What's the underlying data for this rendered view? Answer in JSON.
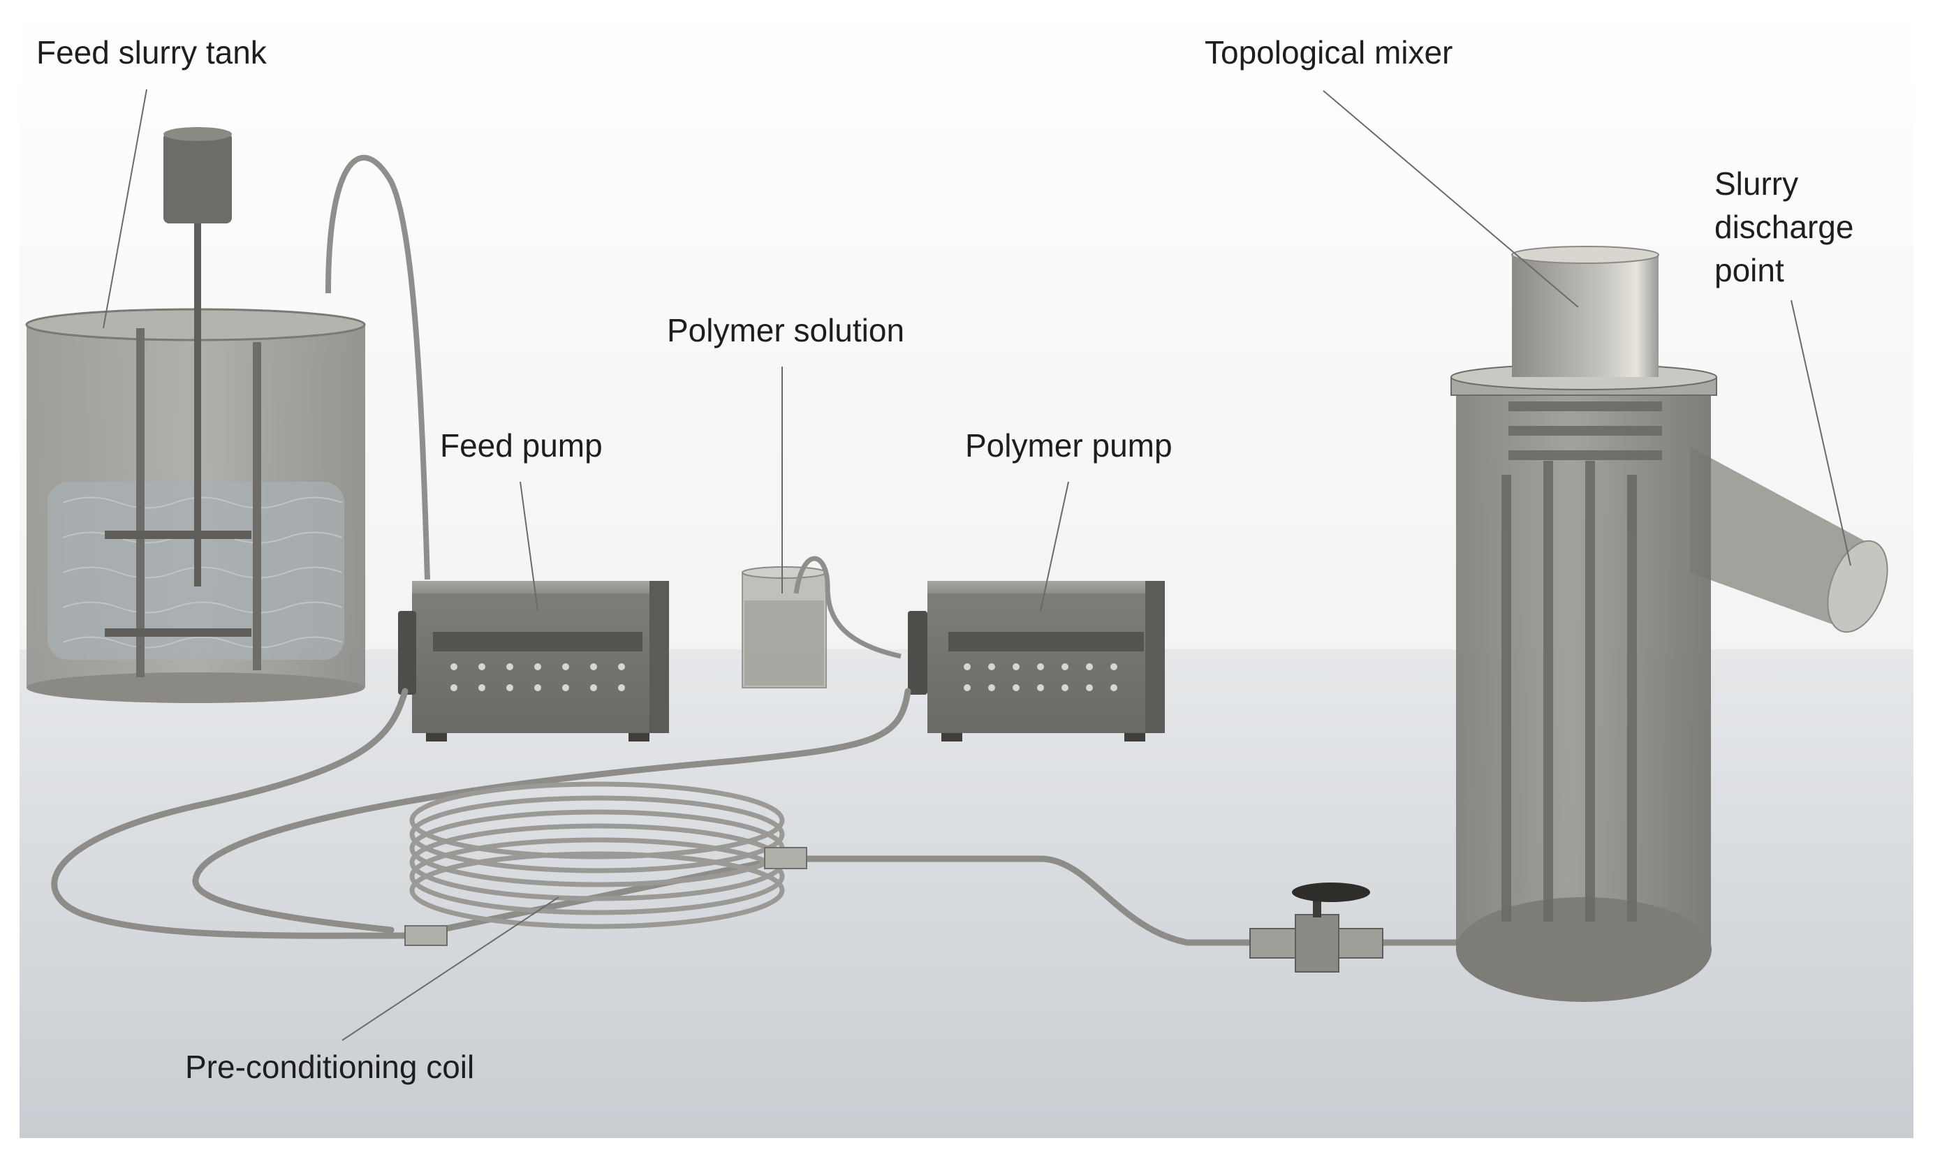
{
  "labels": {
    "feed_slurry_tank": "Feed slurry tank",
    "topological_mixer": "Topological mixer",
    "slurry_discharge_point": [
      "Slurry",
      "discharge",
      "point"
    ],
    "polymer_solution": "Polymer solution",
    "feed_pump": "Feed pump",
    "polymer_pump": "Polymer pump",
    "pre_conditioning_coil": "Pre-conditioning coil"
  },
  "colors": {
    "background": "#ffffff",
    "floor": "#cfd3d8",
    "equipment_gray": "#8a8985",
    "dark_gray": "#55544f",
    "glass": "#a9a8a2",
    "label_text": "#1e1e1e",
    "leader_line": "#6a6a6a"
  }
}
